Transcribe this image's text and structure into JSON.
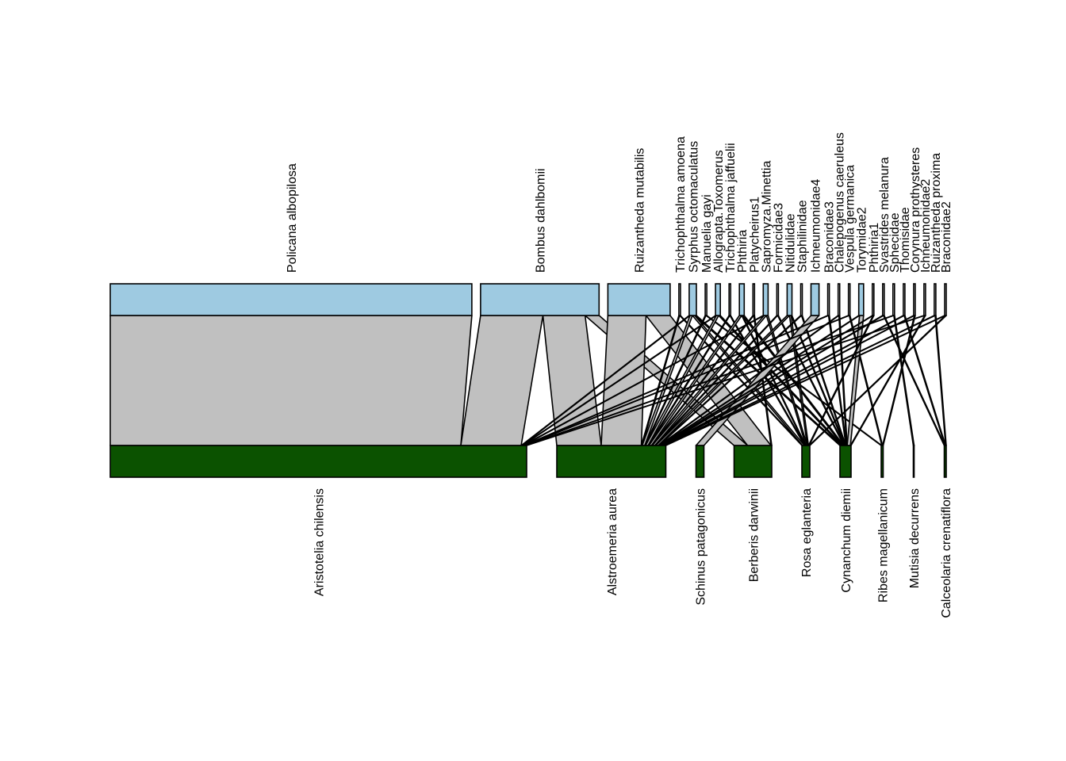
{
  "chart_data": {
    "type": "bipartite-network",
    "colors": {
      "higher": "#9ecae1",
      "lower": "#0b5200",
      "link": "#c0c0c0",
      "outline": "#000000",
      "background": "#ffffff"
    },
    "higher": [
      {
        "name": "Policana albopilosa",
        "weight": 0.9,
        "colored": true
      },
      {
        "name": "Bombus dahlbomii",
        "weight": 0.295,
        "colored": true
      },
      {
        "name": "Ruizantheda mutabilis",
        "weight": 0.155,
        "colored": true
      },
      {
        "name": "Trichophthalma amoena",
        "weight": 0.004,
        "colored": false
      },
      {
        "name": "Syrphus octomaculatus",
        "weight": 0.018,
        "colored": true
      },
      {
        "name": "Manuelia gayi",
        "weight": 0.004,
        "colored": false
      },
      {
        "name": "Allograpta.Toxomerus",
        "weight": 0.012,
        "colored": true
      },
      {
        "name": "Trichophthalma jaffuelii",
        "weight": 0.004,
        "colored": false
      },
      {
        "name": "Phthiria",
        "weight": 0.012,
        "colored": true
      },
      {
        "name": "Platycheirus1",
        "weight": 0.004,
        "colored": false
      },
      {
        "name": "Sapromyza.Minettia",
        "weight": 0.012,
        "colored": true
      },
      {
        "name": "Formicidae3",
        "weight": 0.004,
        "colored": false
      },
      {
        "name": "Nitidulidae",
        "weight": 0.012,
        "colored": true
      },
      {
        "name": "Staphilinidae",
        "weight": 0.004,
        "colored": false
      },
      {
        "name": "Ichneumonidae4",
        "weight": 0.02,
        "colored": true
      },
      {
        "name": "Braconidae3",
        "weight": 0.004,
        "colored": false
      },
      {
        "name": "Chalepogenus caeruleus",
        "weight": 0.004,
        "colored": false
      },
      {
        "name": "Vespula germanica",
        "weight": 0.004,
        "colored": false
      },
      {
        "name": "Torymidae2",
        "weight": 0.012,
        "colored": true
      },
      {
        "name": "Phthiria1",
        "weight": 0.004,
        "colored": false
      },
      {
        "name": "Svastrides melanura",
        "weight": 0.004,
        "colored": false
      },
      {
        "name": "Sphecidae",
        "weight": 0.004,
        "colored": false
      },
      {
        "name": "Thomisidae",
        "weight": 0.004,
        "colored": false
      },
      {
        "name": "Corynura prothysteres",
        "weight": 0.004,
        "colored": false
      },
      {
        "name": "Ichneumonidae2",
        "weight": 0.004,
        "colored": false
      },
      {
        "name": "Ruizantheda proxima",
        "weight": 0.004,
        "colored": false
      },
      {
        "name": "Braconidae2",
        "weight": 0.004,
        "colored": false
      }
    ],
    "lower": [
      {
        "name": "Aristotelia chilensis",
        "weight": 1.05,
        "colored": true
      },
      {
        "name": "Alstroemeria aurea",
        "weight": 0.275,
        "colored": true
      },
      {
        "name": "Schinus patagonicus",
        "weight": 0.02,
        "colored": true
      },
      {
        "name": "Berberis darwinii",
        "weight": 0.095,
        "colored": true
      },
      {
        "name": "Rosa eglanteria",
        "weight": 0.02,
        "colored": true
      },
      {
        "name": "Cynanchum diemii",
        "weight": 0.028,
        "colored": true
      },
      {
        "name": "Ribes magellanicum",
        "weight": 0.005,
        "colored": true
      },
      {
        "name": "Mutisia decurrens",
        "weight": 0.002,
        "colored": false
      },
      {
        "name": "Calceolaria crenatiflora",
        "weight": 0.005,
        "colored": true
      }
    ],
    "links": [
      {
        "higher": "Policana albopilosa",
        "lower": "Aristotelia chilensis",
        "value": 0.9
      },
      {
        "higher": "Bombus dahlbomii",
        "lower": "Aristotelia chilensis",
        "value": 0.155
      },
      {
        "higher": "Bombus dahlbomii",
        "lower": "Alstroemeria aurea",
        "value": 0.105
      },
      {
        "higher": "Bombus dahlbomii",
        "lower": "Berberis darwinii",
        "value": 0.035
      },
      {
        "higher": "Ruizantheda mutabilis",
        "lower": "Alstroemeria aurea",
        "value": 0.095
      },
      {
        "higher": "Ruizantheda mutabilis",
        "lower": "Berberis darwinii",
        "value": 0.06
      },
      {
        "higher": "Trichophthalma amoena",
        "lower": "Alstroemeria aurea",
        "value": 0.002
      },
      {
        "higher": "Trichophthalma amoena",
        "lower": "Rosa eglanteria",
        "value": 0.002
      },
      {
        "higher": "Syrphus octomaculatus",
        "lower": "Aristotelia chilensis",
        "value": 0.002
      },
      {
        "higher": "Syrphus octomaculatus",
        "lower": "Alstroemeria aurea",
        "value": 0.006
      },
      {
        "higher": "Syrphus octomaculatus",
        "lower": "Cynanchum diemii",
        "value": 0.004
      },
      {
        "higher": "Syrphus octomaculatus",
        "lower": "Rosa eglanteria",
        "value": 0.006
      },
      {
        "higher": "Manuelia gayi",
        "lower": "Alstroemeria aurea",
        "value": 0.002
      },
      {
        "higher": "Manuelia gayi",
        "lower": "Ribes magellanicum",
        "value": 0.002
      },
      {
        "higher": "Allograpta.Toxomerus",
        "lower": "Aristotelia chilensis",
        "value": 0.002
      },
      {
        "higher": "Allograpta.Toxomerus",
        "lower": "Alstroemeria aurea",
        "value": 0.006
      },
      {
        "higher": "Allograpta.Toxomerus",
        "lower": "Cynanchum diemii",
        "value": 0.004
      },
      {
        "higher": "Trichophthalma jaffuelii",
        "lower": "Alstroemeria aurea",
        "value": 0.002
      },
      {
        "higher": "Trichophthalma jaffuelii",
        "lower": "Rosa eglanteria",
        "value": 0.002
      },
      {
        "higher": "Phthiria",
        "lower": "Alstroemeria aurea",
        "value": 0.006
      },
      {
        "higher": "Phthiria",
        "lower": "Rosa eglanteria",
        "value": 0.002
      },
      {
        "higher": "Phthiria",
        "lower": "Cynanchum diemii",
        "value": 0.004
      },
      {
        "higher": "Platycheirus1",
        "lower": "Alstroemeria aurea",
        "value": 0.002
      },
      {
        "higher": "Platycheirus1",
        "lower": "Berberis darwinii",
        "value": 0.002
      },
      {
        "higher": "Sapromyza.Minettia",
        "lower": "Aristotelia chilensis",
        "value": 0.002
      },
      {
        "higher": "Sapromyza.Minettia",
        "lower": "Alstroemeria aurea",
        "value": 0.006
      },
      {
        "higher": "Sapromyza.Minettia",
        "lower": "Rosa eglanteria",
        "value": 0.004
      },
      {
        "higher": "Formicidae3",
        "lower": "Alstroemeria aurea",
        "value": 0.002
      },
      {
        "higher": "Formicidae3",
        "lower": "Cynanchum diemii",
        "value": 0.002
      },
      {
        "higher": "Nitidulidae",
        "lower": "Alstroemeria aurea",
        "value": 0.006
      },
      {
        "higher": "Nitidulidae",
        "lower": "Rosa eglanteria",
        "value": 0.004
      },
      {
        "higher": "Nitidulidae",
        "lower": "Cynanchum diemii",
        "value": 0.002
      },
      {
        "higher": "Staphilinidae",
        "lower": "Alstroemeria aurea",
        "value": 0.002
      },
      {
        "higher": "Staphilinidae",
        "lower": "Cynanchum diemii",
        "value": 0.002
      },
      {
        "higher": "Ichneumonidae4",
        "lower": "Schinus patagonicus",
        "value": 0.02
      },
      {
        "higher": "Braconidae3",
        "lower": "Aristotelia chilensis",
        "value": 0.002
      },
      {
        "higher": "Braconidae3",
        "lower": "Cynanchum diemii",
        "value": 0.002
      },
      {
        "higher": "Chalepogenus caeruleus",
        "lower": "Alstroemeria aurea",
        "value": 0.002
      },
      {
        "higher": "Chalepogenus caeruleus",
        "lower": "Cynanchum diemii",
        "value": 0.002
      },
      {
        "higher": "Vespula germanica",
        "lower": "Aristotelia chilensis",
        "value": 0.002
      },
      {
        "higher": "Vespula germanica",
        "lower": "Ribes magellanicum",
        "value": 0.002
      },
      {
        "higher": "Torymidae2",
        "lower": "Alstroemeria aurea",
        "value": 0.002
      },
      {
        "higher": "Torymidae2",
        "lower": "Cynanchum diemii",
        "value": 0.01
      },
      {
        "higher": "Phthiria1",
        "lower": "Alstroemeria aurea",
        "value": 0.002
      },
      {
        "higher": "Phthiria1",
        "lower": "Rosa eglanteria",
        "value": 0.002
      },
      {
        "higher": "Svastrides melanura",
        "lower": "Alstroemeria aurea",
        "value": 0.002
      },
      {
        "higher": "Svastrides melanura",
        "lower": "Calceolaria crenatiflora",
        "value": 0.002
      },
      {
        "higher": "Sphecidae",
        "lower": "Aristotelia chilensis",
        "value": 0.002
      },
      {
        "higher": "Sphecidae",
        "lower": "Mutisia decurrens",
        "value": 0.002
      },
      {
        "higher": "Thomisidae",
        "lower": "Alstroemeria aurea",
        "value": 0.002
      },
      {
        "higher": "Thomisidae",
        "lower": "Calceolaria crenatiflora",
        "value": 0.002
      },
      {
        "higher": "Corynura prothysteres",
        "lower": "Alstroemeria aurea",
        "value": 0.002
      },
      {
        "higher": "Corynura prothysteres",
        "lower": "Ribes magellanicum",
        "value": 0.002
      },
      {
        "higher": "Ichneumonidae2",
        "lower": "Aristotelia chilensis",
        "value": 0.002
      },
      {
        "higher": "Ichneumonidae2",
        "lower": "Cynanchum diemii",
        "value": 0.002
      },
      {
        "higher": "Ruizantheda proxima",
        "lower": "Alstroemeria aurea",
        "value": 0.002
      },
      {
        "higher": "Ruizantheda proxima",
        "lower": "Calceolaria crenatiflora",
        "value": 0.002
      },
      {
        "higher": "Braconidae2",
        "lower": "Alstroemeria aurea",
        "value": 0.002
      },
      {
        "higher": "Braconidae2",
        "lower": "Rosa eglanteria",
        "value": 0.002
      }
    ]
  }
}
